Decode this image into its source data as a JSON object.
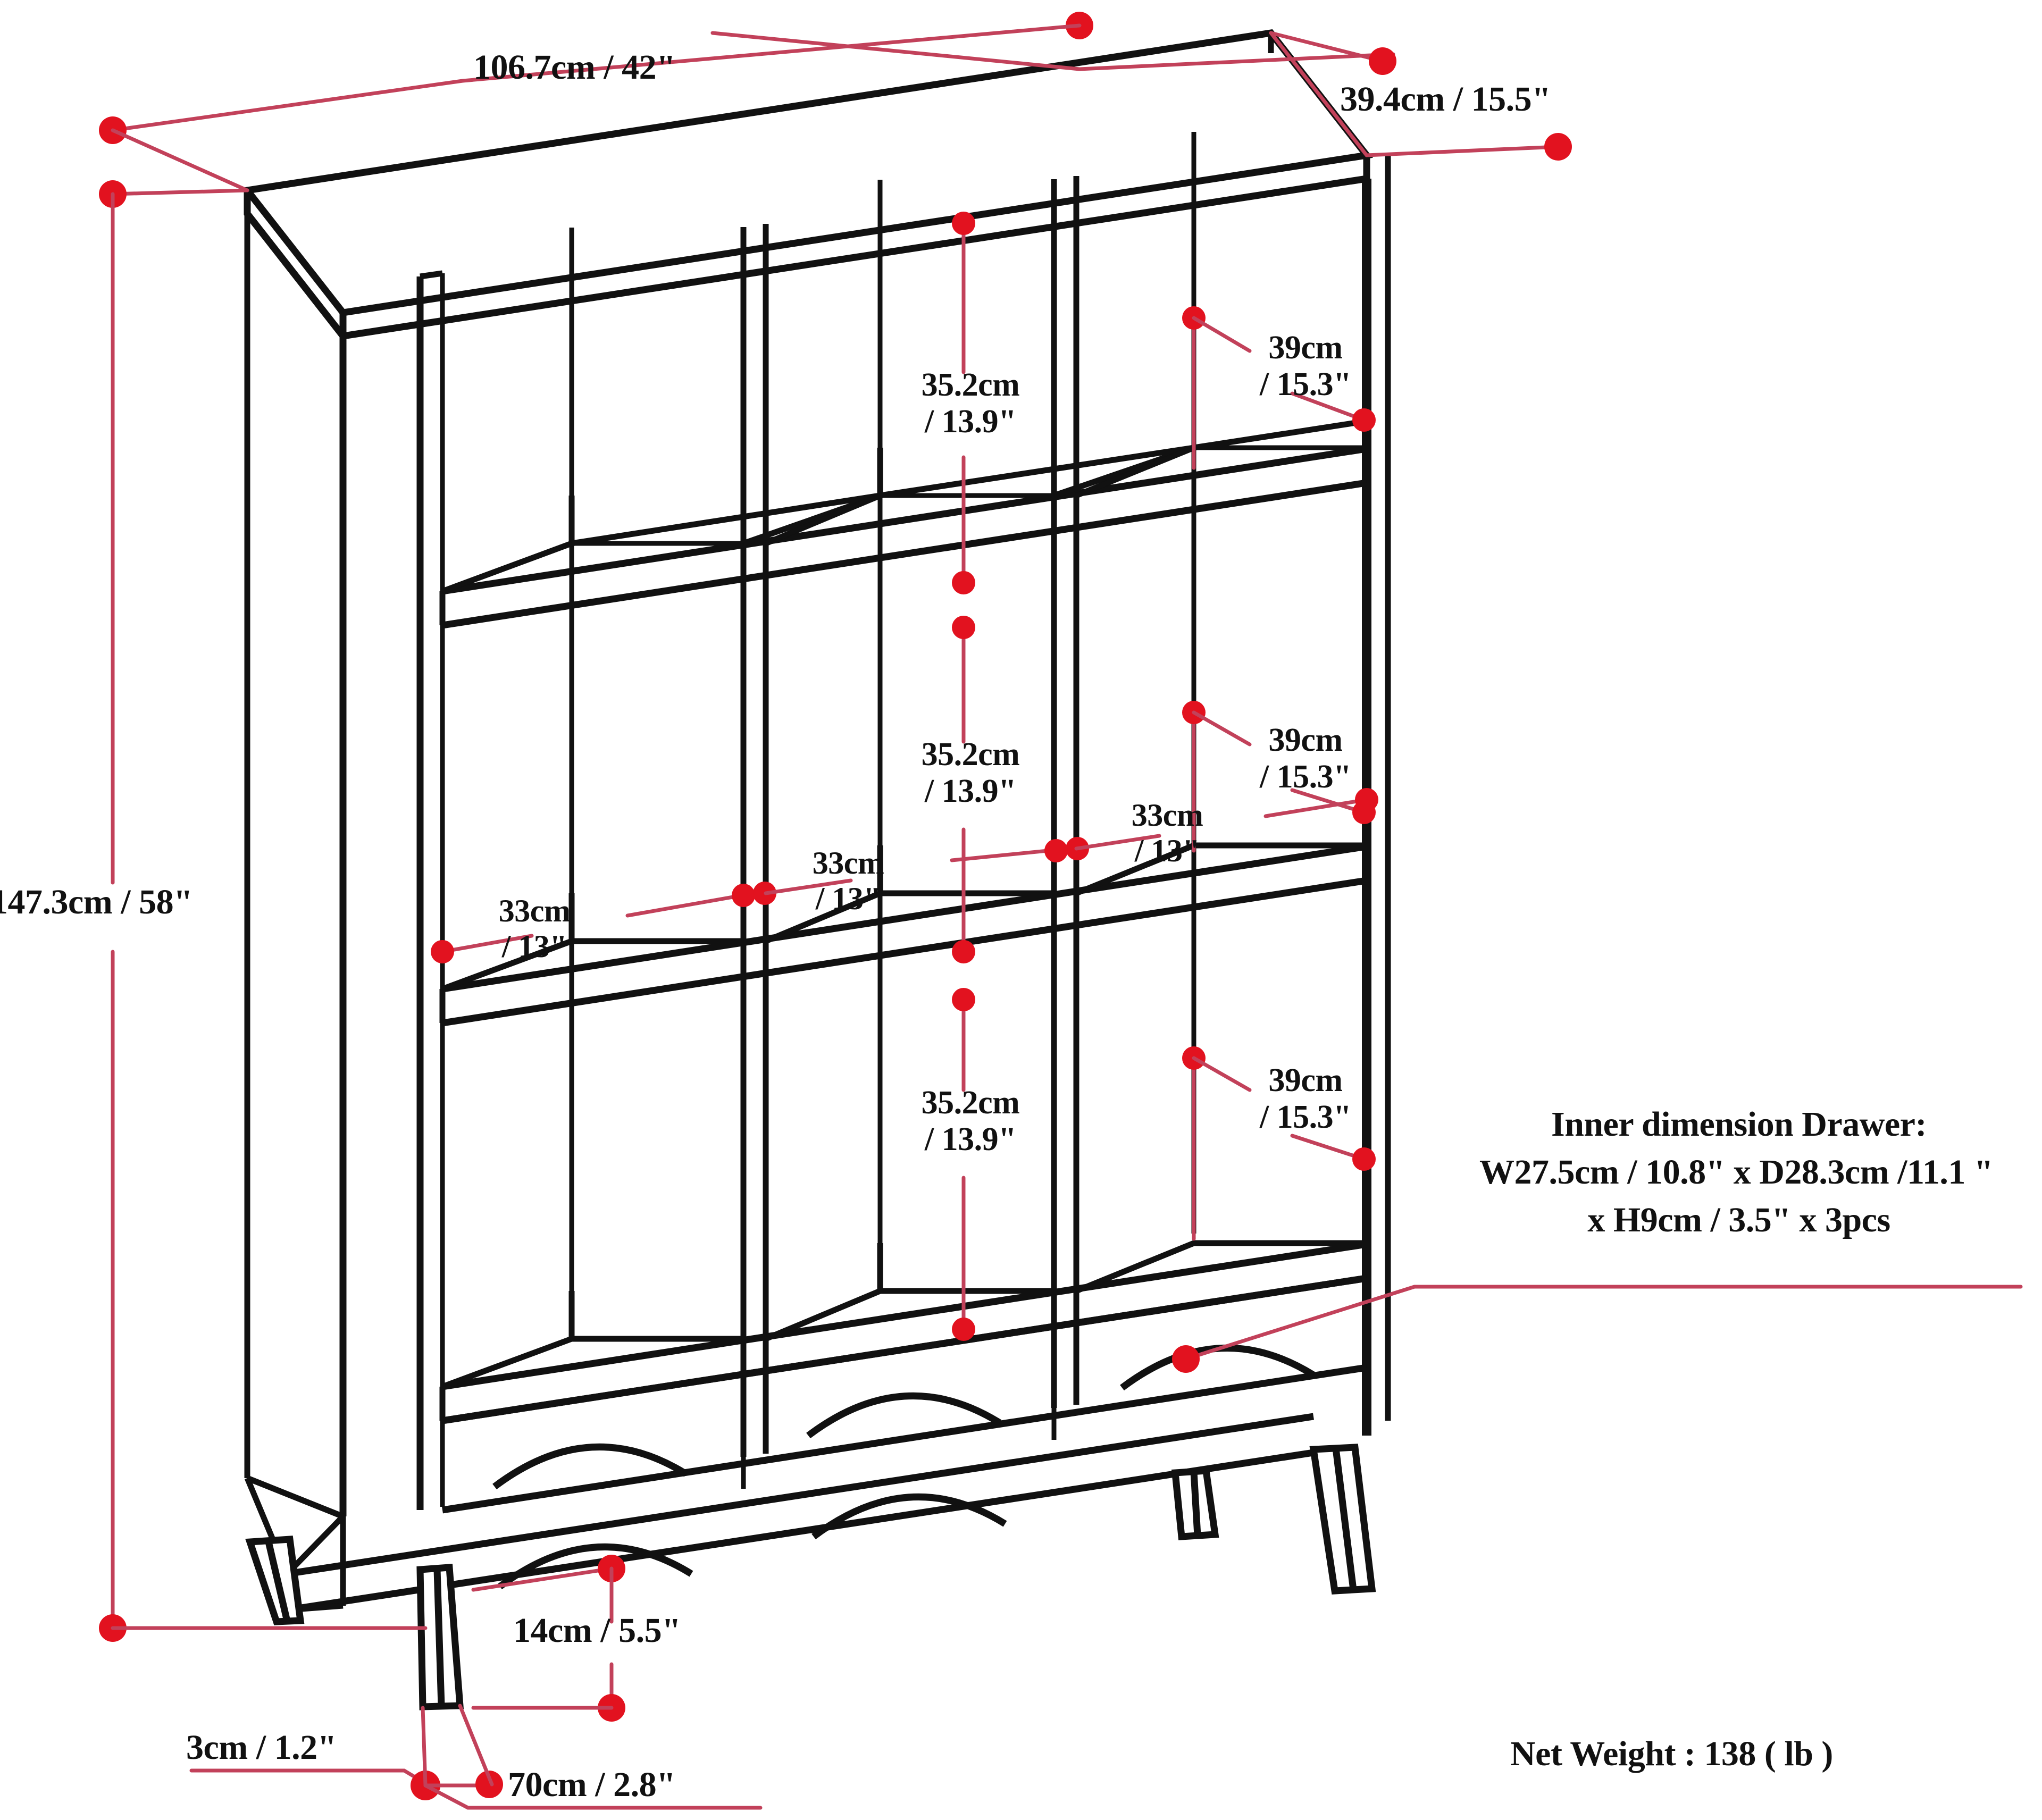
{
  "drawing": {
    "title": "Cube storage bookcase with 3 drawers — dimension drawing",
    "colors": {
      "outline": "#111111",
      "dimension": "#d01722",
      "dimension_line": "#b5505f",
      "background": "#ffffff"
    }
  },
  "dimensions": {
    "overall_width": "106.7cm / 42\"",
    "overall_depth": "39.4cm / 15.5\"",
    "overall_height": "147.3cm / 58\"",
    "cube_opening_width_top": "35.2cm\n/ 13.9\"",
    "cube_opening_width_middle": "35.2cm\n/ 13.9\"",
    "cube_opening_width_bottom": "35.2cm\n/ 13.9\"",
    "cube_opening_height_top": "39cm\n/ 15.3\"",
    "cube_opening_height_middle": "39cm\n/ 15.3\"",
    "cube_opening_height_bottom": "39cm\n/ 15.3\"",
    "shelf_depth_left": "33cm\n/ 13\"",
    "shelf_depth_center": "33cm\n/ 13\"",
    "shelf_depth_right": "33cm\n/ 13\"",
    "leg_height": "14cm / 5.5\"",
    "plinth_thickness": "3cm / 1.2\"",
    "leg_foot_width": "70cm / 2.8\""
  },
  "notes": {
    "drawer_inner_line1": "Inner dimension Drawer:",
    "drawer_inner_line2": "W27.5cm / 10.8\" x D28.3cm /11.1 \"",
    "drawer_inner_line3": "x H9cm / 3.5\" x 3pcs",
    "net_weight": "Net Weight : 138 ( lb )"
  }
}
